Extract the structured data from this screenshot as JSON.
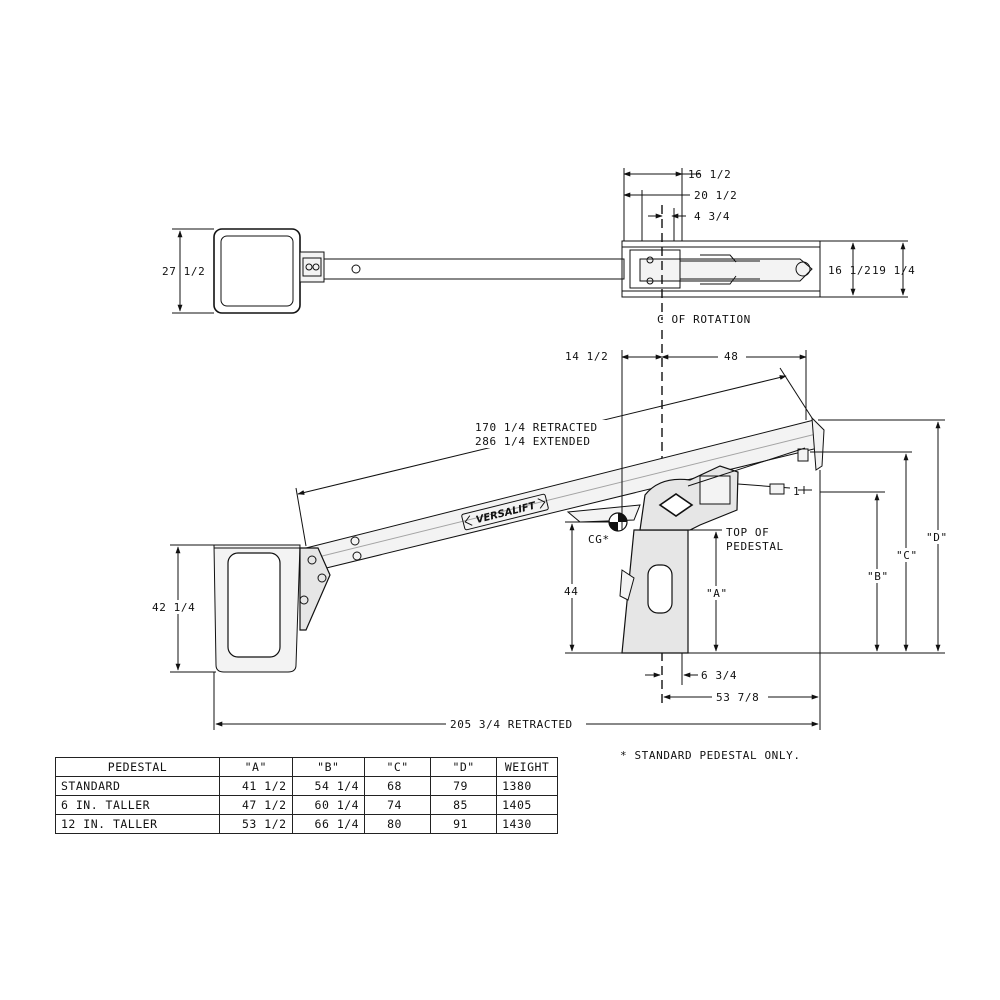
{
  "top_view": {
    "dim_27_1_2": "27 1/2",
    "dim_16_1_2_top": "16 1/2",
    "dim_20_1_2": "20 1/2",
    "dim_4_3_4": "4 3/4",
    "dim_16_1_2_side": "16 1/2",
    "dim_19_1_4": "19 1/4",
    "rotation_label": "C OF ROTATION"
  },
  "side_view": {
    "dim_14_1_2": "14 1/2",
    "dim_48": "48",
    "boom_retracted": "170 1/4 RETRACTED",
    "boom_extended": "286 1/4 EXTENDED",
    "brand": "VERSALIFT",
    "cg_label": "CG*",
    "top_of_pedestal_1": "TOP OF",
    "top_of_pedestal_2": "PEDESTAL",
    "dim_42_1_4": "42 1/4",
    "dim_44": "44",
    "dim_a": "\"A\"",
    "dim_b": "\"B\"",
    "dim_c": "\"C\"",
    "dim_d": "\"D\"",
    "dim_6_3_4": "6 3/4",
    "dim_53_7_8": "53 7/8",
    "dim_205_3_4": "205 3/4 RETRACTED",
    "dim_1": "1"
  },
  "footnote": "* STANDARD PEDESTAL ONLY.",
  "table": {
    "headers": [
      "PEDESTAL",
      "\"A\"",
      "\"B\"",
      "\"C\"",
      "\"D\"",
      "WEIGHT"
    ],
    "rows": [
      [
        "STANDARD",
        "41 1/2",
        "54 1/4",
        "68",
        "79",
        "1380"
      ],
      [
        "6 IN. TALLER",
        "47 1/2",
        "60 1/4",
        "74",
        "85",
        "1405"
      ],
      [
        "12 IN. TALLER",
        "53 1/2",
        "66 1/4",
        "80",
        "91",
        "1430"
      ]
    ]
  }
}
